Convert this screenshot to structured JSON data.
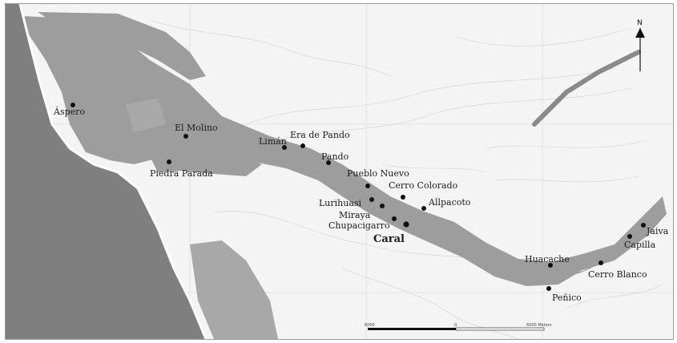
{
  "map": {
    "colors": {
      "ocean": "#7f7f7f",
      "land": "#f4f4f4",
      "valley": "#9d9d9d",
      "contour": "#c8c8c8",
      "site": "#111111"
    },
    "north_label": "N",
    "sites": [
      {
        "id": "aspero",
        "label": "Áspero",
        "major": false
      },
      {
        "id": "el-molino",
        "label": "El Molino",
        "major": false
      },
      {
        "id": "liman",
        "label": "Limán",
        "major": false
      },
      {
        "id": "era-de-pando",
        "label": "Era de Pando",
        "major": false
      },
      {
        "id": "pando",
        "label": "Pando",
        "major": false
      },
      {
        "id": "piedra-parada",
        "label": "Piedra Parada",
        "major": false
      },
      {
        "id": "pueblo-nuevo",
        "label": "Pueblo Nuevo",
        "major": false
      },
      {
        "id": "cerro-colorado",
        "label": "Cerro Colorado",
        "major": false
      },
      {
        "id": "lurihuasi",
        "label": "Lurihuasi",
        "major": false
      },
      {
        "id": "allpacoto",
        "label": "Allpacoto",
        "major": false
      },
      {
        "id": "miraya",
        "label": "Miraya",
        "major": false
      },
      {
        "id": "chupacigarro",
        "label": "Chupacigarro",
        "major": false
      },
      {
        "id": "caral",
        "label": "Caral",
        "major": true
      },
      {
        "id": "huacache",
        "label": "Huacache",
        "major": false
      },
      {
        "id": "cerro-blanco",
        "label": "Cerro Blanco",
        "major": false
      },
      {
        "id": "capilla",
        "label": "Capilla",
        "major": false
      },
      {
        "id": "jaiva",
        "label": "Jaiva",
        "major": false
      },
      {
        "id": "penico",
        "label": "Peñico",
        "major": false
      }
    ],
    "scale_bar": {
      "left_label": "6000",
      "center_label": "0",
      "right_label": "6000 Meters"
    }
  }
}
